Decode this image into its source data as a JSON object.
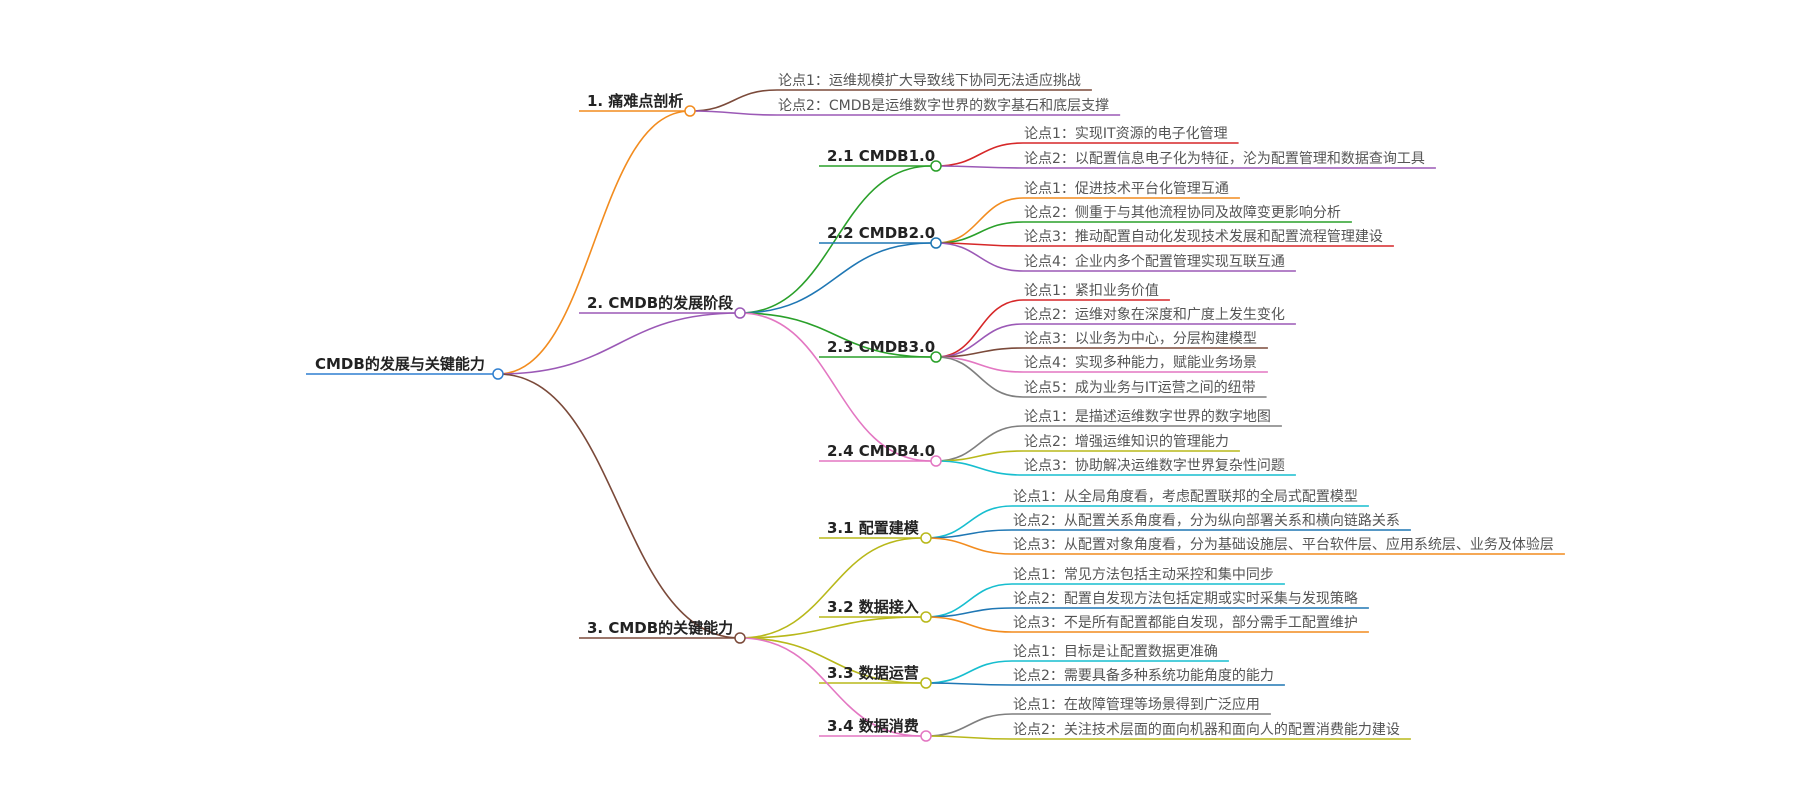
{
  "mindmap": {
    "root": "CMDB的发展与关键能力",
    "colors": {
      "root": "#2f7fd0",
      "orange": "#f28c1f",
      "purple": "#9b59b6",
      "brown": "#7b4a3a",
      "green": "#2aa02a",
      "blue": "#1f77b4",
      "pink": "#e377c2",
      "olive": "#b8b81a",
      "red": "#d62728",
      "gray": "#7f7f7f",
      "cyan": "#17becf"
    },
    "branches": [
      {
        "label": "1. 痛难点剖析",
        "color": "orange",
        "leaves": [
          {
            "text": "论点1：运维规模扩大导致线下协同无法适应挑战",
            "color": "brown"
          },
          {
            "text": "论点2：CMDB是运维数字世界的数字基石和底层支撑",
            "color": "purple"
          }
        ]
      },
      {
        "label": "2. CMDB的发展阶段",
        "color": "purple",
        "children": [
          {
            "label": "2.1 CMDB1.0",
            "color": "green",
            "leaves": [
              {
                "text": "论点1：实现IT资源的电子化管理",
                "color": "red"
              },
              {
                "text": "论点2：以配置信息电子化为特征，沦为配置管理和数据查询工具",
                "color": "purple"
              }
            ]
          },
          {
            "label": "2.2 CMDB2.0",
            "color": "blue",
            "leaves": [
              {
                "text": "论点1：促进技术平台化管理互通",
                "color": "orange"
              },
              {
                "text": "论点2：侧重于与其他流程协同及故障变更影响分析",
                "color": "green"
              },
              {
                "text": "论点3：推动配置自动化发现技术发展和配置流程管理建设",
                "color": "red"
              },
              {
                "text": "论点4：企业内多个配置管理实现互联互通",
                "color": "purple"
              }
            ]
          },
          {
            "label": "2.3 CMDB3.0",
            "color": "green",
            "leaves": [
              {
                "text": "论点1：紧扣业务价值",
                "color": "red"
              },
              {
                "text": "论点2：运维对象在深度和广度上发生变化",
                "color": "purple"
              },
              {
                "text": "论点3：以业务为中心，分层构建模型",
                "color": "brown"
              },
              {
                "text": "论点4：实现多种能力，赋能业务场景",
                "color": "pink"
              },
              {
                "text": "论点5：成为业务与IT运营之间的纽带",
                "color": "gray"
              }
            ]
          },
          {
            "label": "2.4 CMDB4.0",
            "color": "pink",
            "leaves": [
              {
                "text": "论点1：是描述运维数字世界的数字地图",
                "color": "gray"
              },
              {
                "text": "论点2：增强运维知识的管理能力",
                "color": "olive"
              },
              {
                "text": "论点3：协助解决运维数字世界复杂性问题",
                "color": "cyan"
              }
            ]
          }
        ]
      },
      {
        "label": "3. CMDB的关键能力",
        "color": "brown",
        "children": [
          {
            "label": "3.1 配置建模",
            "color": "olive",
            "leaves": [
              {
                "text": "论点1：从全局角度看，考虑配置联邦的全局式配置模型",
                "color": "cyan"
              },
              {
                "text": "论点2：从配置关系角度看，分为纵向部署关系和横向链路关系",
                "color": "blue"
              },
              {
                "text": "论点3：从配置对象角度看，分为基础设施层、平台软件层、应用系统层、业务及体验层",
                "color": "orange"
              }
            ]
          },
          {
            "label": "3.2 数据接入",
            "color": "olive",
            "leaves": [
              {
                "text": "论点1：常见方法包括主动采控和集中同步",
                "color": "cyan"
              },
              {
                "text": "论点2：配置自发现方法包括定期或实时采集与发现策略",
                "color": "blue"
              },
              {
                "text": "论点3：不是所有配置都能自发现，部分需手工配置维护",
                "color": "orange"
              }
            ]
          },
          {
            "label": "3.3 数据运营",
            "color": "olive",
            "leaves": [
              {
                "text": "论点1：目标是让配置数据更准确",
                "color": "cyan"
              },
              {
                "text": "论点2：需要具备多种系统功能角度的能力",
                "color": "blue"
              }
            ]
          },
          {
            "label": "3.4 数据消费",
            "color": "pink",
            "leaves": [
              {
                "text": "论点1：在故障管理等场景得到广泛应用",
                "color": "gray"
              },
              {
                "text": "论点2：关注技术层面的面向机器和面向人的配置消费能力建设",
                "color": "olive"
              }
            ]
          }
        ]
      }
    ]
  }
}
